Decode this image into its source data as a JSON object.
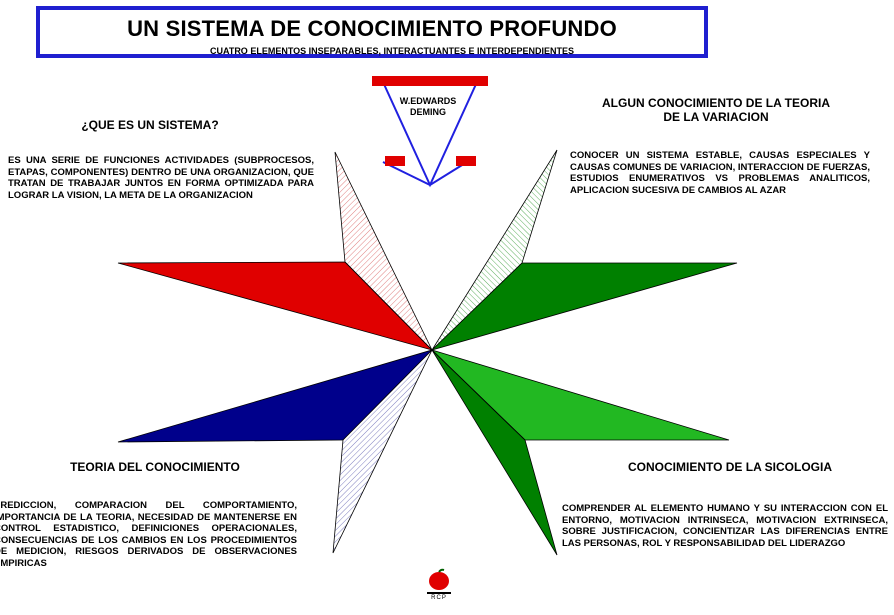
{
  "header": {
    "title": "UN SISTEMA DE CONOCIMIENTO PROFUNDO",
    "subtitle": "CUATRO ELEMENTOS INSEPARABLES, INTERACTUANTES E INTERDEPENDIENTES"
  },
  "author": {
    "label_line1": "W.EDWARDS",
    "label_line2": "DEMING"
  },
  "sections": {
    "sistema": {
      "heading": "¿QUE ES UN SISTEMA?",
      "text": "ES UNA SERIE DE FUNCIONES ACTIVIDADES (SUBPROCESOS, ETAPAS, COMPONENTES) DENTRO DE UNA ORGANIZACION, QUE TRATAN DE TRABAJAR JUNTOS EN FORMA OPTIMIZADA PARA LOGRAR LA VISION, LA META DE LA ORGANIZACION"
    },
    "variacion": {
      "heading_line1": "ALGUN CONOCIMIENTO DE LA TEORIA",
      "heading_line2": "DE LA VARIACION",
      "text": "CONOCER UN SISTEMA ESTABLE, CAUSAS ESPECIALES Y CAUSAS COMUNES DE VARIACION, INTERACCION DE FUERZAS, ESTUDIOS ENUMERATIVOS VS PROBLEMAS ANALITICOS, APLICACION SUCESIVA DE CAMBIOS AL AZAR"
    },
    "conocimiento": {
      "heading": "TEORIA DEL CONOCIMIENTO",
      "text": "PREDICCION, COMPARACION DEL COMPORTAMIENTO, IMPORTANCIA DE LA TEORIA, NECESIDAD DE MANTENERSE EN CONTROL ESTADISTICO, DEFINICIONES OPERACIONALES, CONSECUENCIAS DE LOS CAMBIOS EN LOS PROCEDIMIENTOS DE MEDICION, RIESGOS DERIVADOS DE OBSERVACIONES EMPIRICAS"
    },
    "sicologia": {
      "heading": "CONOCIMIENTO DE LA SICOLOGIA",
      "text": "COMPRENDER AL ELEMENTO HUMANO Y SU INTERACCION CON EL ENTORNO, MOTIVACION INTRINSECA, MOTIVACION EXTRINSECA, SOBRE JUSTIFICACION, CONCIENTIZAR LAS DIFERENCIAS ENTRE LAS PERSONAS, ROL Y RESPONSABILIDAD DEL LIDERAZGO"
    }
  },
  "logo": {
    "text": "RCP"
  },
  "colors": {
    "title_border": "#1f1fd0",
    "red": "#e00000",
    "green": "#008000",
    "green_light": "#22b822",
    "blue": "#00008b",
    "deming_line": "#2020e0"
  }
}
